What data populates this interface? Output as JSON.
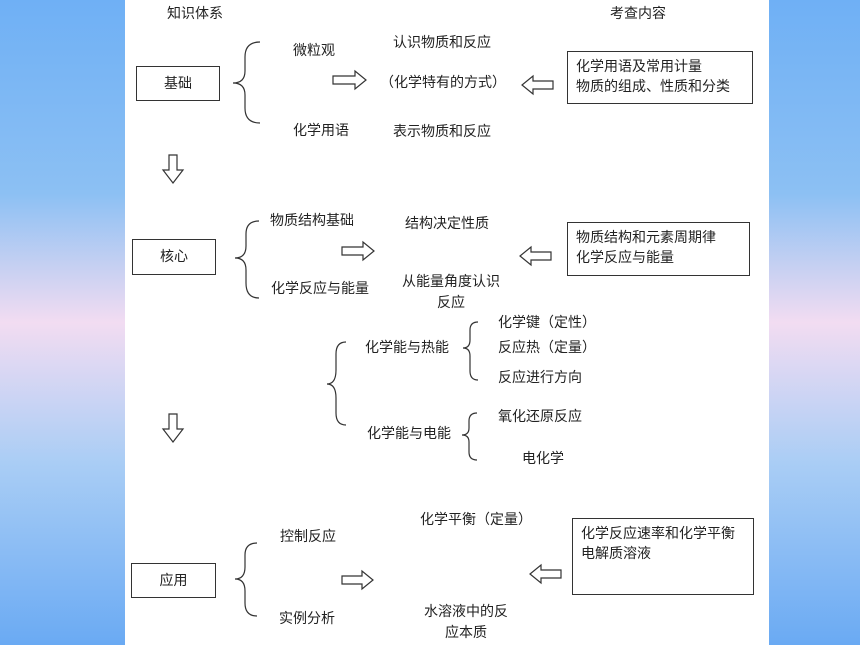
{
  "header": {
    "left": "知识体系",
    "right": "考查内容"
  },
  "sections": [
    {
      "label": "基础",
      "items": [
        "微粒观",
        "化学用语"
      ],
      "middle": [
        "认识物质和反应",
        "（化学特有的方式）",
        "表示物质和反应"
      ],
      "exam": [
        "化学用语及常用计量",
        "物质的组成、性质和分类"
      ]
    },
    {
      "label": "核心",
      "items": [
        "物质结构基础",
        "化学反应与能量"
      ],
      "middle": [
        "结构决定性质",
        "从能量角度认识",
        "反应"
      ],
      "exam": [
        "物质结构和元素周期律",
        "化学反应与能量"
      ]
    },
    {
      "label": "应用",
      "items": [
        "控制反应",
        "实例分析"
      ],
      "middle": [
        "化学平衡（定量）",
        "水溶液中的反",
        "应本质"
      ],
      "exam": [
        "化学反应速率和化学平衡",
        "电解质溶液"
      ]
    }
  ],
  "energy": {
    "thermal": {
      "label": "化学能与热能",
      "items": [
        "化学键（定性）",
        "反应热（定量）",
        "反应进行方向"
      ]
    },
    "electric": {
      "label": "化学能与电能",
      "items": [
        "氧化还原反应",
        "电化学"
      ]
    }
  }
}
